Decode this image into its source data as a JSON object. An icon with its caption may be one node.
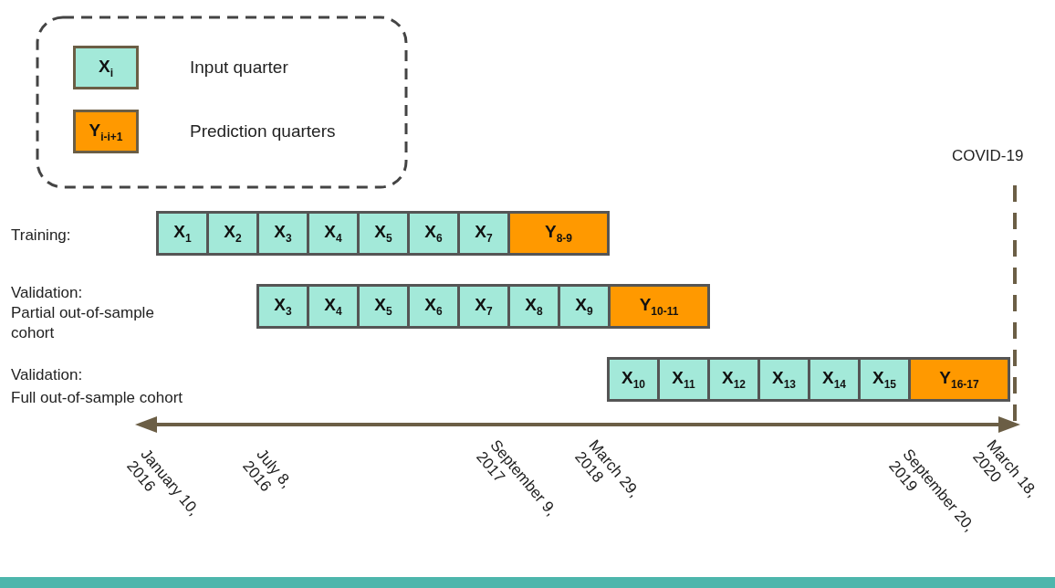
{
  "diagram": {
    "nodes": [
      {
        "text": [],
        "shape": "bar"
      },
      {
        "text": [
          "X$_{1}$"
        ],
        "in": 0
      },
      {
        "text": [
          "X$_{2}$"
        ],
        "in": 0
      },
      {
        "text": [
          "X$_{3}$"
        ],
        "in": 0
      },
      {
        "text": [
          "X$_{4}$"
        ],
        "in": 0
      },
      {
        "text": [
          "X$_{5}$"
        ],
        "in": 0
      },
      {
        "text": [
          "X$_{6}$"
        ],
        "in": 0
      },
      {
        "text": [
          "X$_{7}$"
        ],
        "in": 0
      },
      {
        "text": [
          "Y$_{8-9}$"
        ],
        "in": 0
      },
      {
        "text": [],
        "shape": "bar"
      },
      {
        "text": [
          "X$_{3}$"
        ],
        "in": 9
      },
      {
        "text": [
          "X$_{4}$"
        ],
        "in": 9
      },
      {
        "text": [
          "X$_{5}$"
        ],
        "in": 9
      },
      {
        "text": [
          "X$_{6}$"
        ],
        "in": 9
      },
      {
        "text": [
          "X$_{7}$"
        ],
        "in": 9
      },
      {
        "text": [
          "X$_{8}$"
        ],
        "in": 9
      },
      {
        "text": [
          "X$_{9}$"
        ],
        "in": 9
      },
      {
        "text": [
          "Y$_{10-11}$"
        ],
        "in": 9
      },
      {
        "text": [],
        "shape": "bar"
      },
      {
        "text": [
          "X$_{10}$"
        ],
        "in": 18
      },
      {
        "text": [
          "X$_{11}$"
        ],
        "in": 18
      },
      {
        "text": [
          "X$_{12}$"
        ],
        "in": 18
      },
      {
        "text": [
          "X$_{13}$"
        ],
        "in": 18
      },
      {
        "text": [
          "X$_{14}$"
        ],
        "in": 18
      },
      {
        "text": [
          "X$_{15}$"
        ],
        "in": 18
      },
      {
        "text": [
          "Y$_{16-17}$"
        ],
        "in": 18
      }
    ],
    "labels": [
      "X$_{i}$",
      "Y$_{i-i+1}$",
      "COVID-19",
      "Training:",
      "Validation:",
      "Partial out-of-sample cohort",
      "Validation:",
      "Full out-of-sample cohort",
      "January 10, 2016",
      "July 8, 2016",
      "September 9, 2017",
      "March 29, 2018",
      "September 20, 2019",
      "March 18, 2020"
    ],
    "legend": [
      {
        "text": "Input quarter",
        "color": "#a3e9d9"
      },
      {
        "text": "Prediction quarters",
        "color": "#ff9900"
      }
    ]
  }
}
